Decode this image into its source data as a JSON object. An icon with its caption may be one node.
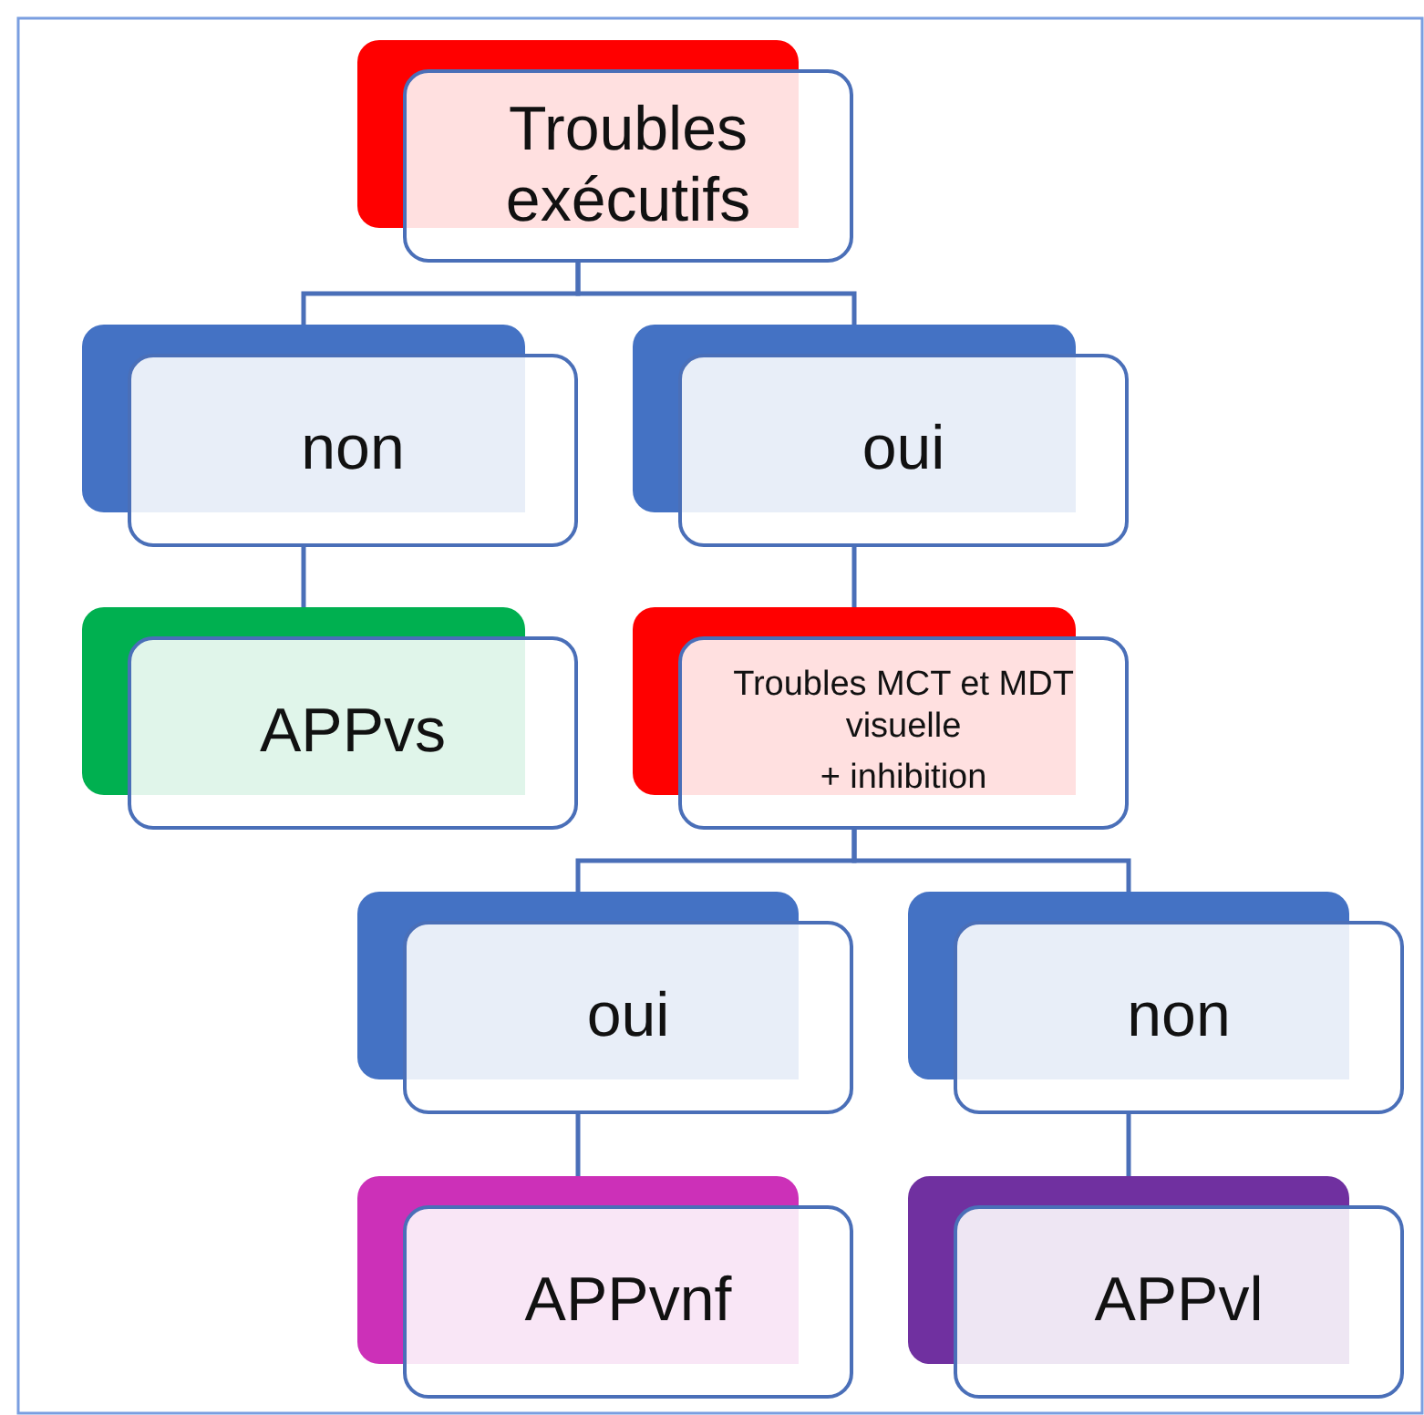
{
  "diagram": {
    "nodes": [
      {
        "text": [
          "Troubles exécutifs"
        ]
      },
      {
        "text": [
          "non"
        ]
      },
      {
        "text": [
          "oui"
        ]
      },
      {
        "text": [
          "APPvs"
        ]
      },
      {
        "text": [
          "Troubles MCT et MDT visuelle",
          "+ inhibition"
        ]
      },
      {
        "text": [
          "oui"
        ]
      },
      {
        "text": [
          "non"
        ]
      },
      {
        "text": [
          "APPvnf"
        ]
      },
      {
        "text": [
          "APPvl"
        ]
      }
    ],
    "edges": [
      {
        "from": 0,
        "to": 1,
        "arrow": "none"
      },
      {
        "from": 0,
        "to": 2,
        "arrow": "none"
      },
      {
        "from": 1,
        "to": 3,
        "arrow": "none"
      },
      {
        "from": 2,
        "to": 4,
        "arrow": "none"
      },
      {
        "from": 4,
        "to": 5,
        "arrow": "none"
      },
      {
        "from": 4,
        "to": 6,
        "arrow": "none"
      },
      {
        "from": 5,
        "to": 7,
        "arrow": "none"
      },
      {
        "from": 6,
        "to": 8,
        "arrow": "none"
      }
    ]
  }
}
